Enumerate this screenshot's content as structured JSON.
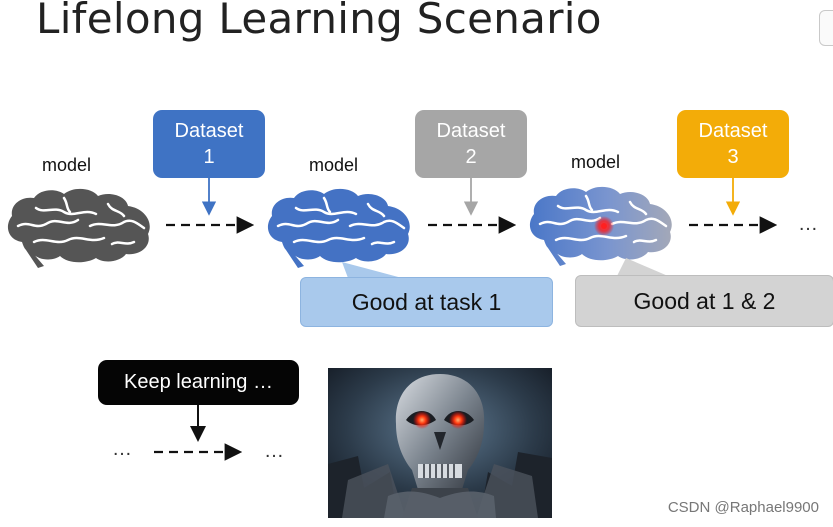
{
  "title": "Lifelong Learning Scenario",
  "datasets": [
    {
      "line1": "Dataset",
      "line2": "1",
      "color": "#3f73c4"
    },
    {
      "line1": "Dataset",
      "line2": "2",
      "color": "#a6a6a6"
    },
    {
      "line1": "Dataset",
      "line2": "3",
      "color": "#f3ac08"
    }
  ],
  "models": [
    {
      "label": "model",
      "color": "#555555"
    },
    {
      "label": "model",
      "color": "#4472c4"
    },
    {
      "label": "model",
      "color": "#6f91d1"
    }
  ],
  "callouts": {
    "task1": "Good at task 1",
    "task12": "Good at 1 & 2"
  },
  "keep_learning": "Keep learning …",
  "ellipsis": "…",
  "watermark": "CSDN @Raphael9900"
}
